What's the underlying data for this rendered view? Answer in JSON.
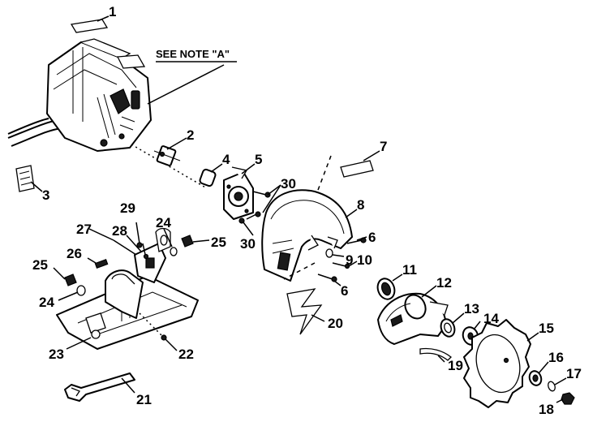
{
  "note": {
    "text": "SEE NOTE \"A\""
  },
  "callouts": [
    "1",
    "2",
    "3",
    "4",
    "5",
    "30",
    "30",
    "7",
    "8",
    "6",
    "9",
    "10",
    "6",
    "11",
    "12",
    "13",
    "14",
    "15",
    "16",
    "17",
    "18",
    "19",
    "20",
    "29",
    "27",
    "28",
    "24",
    "25",
    "26",
    "25",
    "24",
    "23",
    "22",
    "21"
  ]
}
